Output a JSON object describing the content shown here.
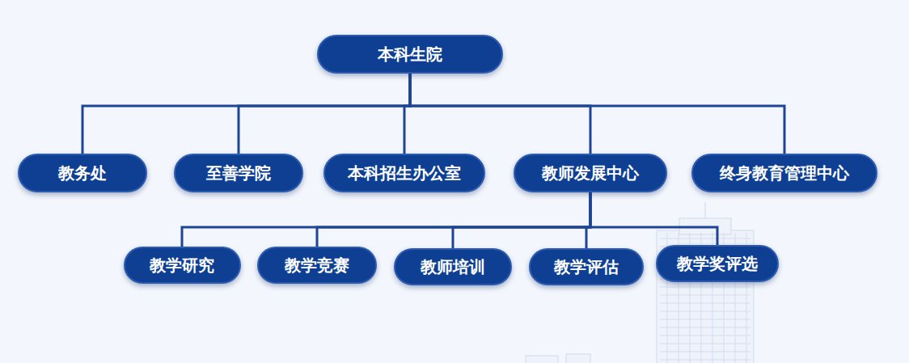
{
  "diagram": {
    "nodes": [
      {
        "text": [
          "本科生院"
        ]
      },
      {
        "text": [
          "教务处"
        ]
      },
      {
        "text": [
          "至善学院"
        ]
      },
      {
        "text": [
          "本科招生办公室"
        ]
      },
      {
        "text": [
          "教师发展中心"
        ]
      },
      {
        "text": [
          "终身教育管理中心"
        ]
      },
      {
        "text": [
          "教学研究"
        ]
      },
      {
        "text": [
          "教学竞赛"
        ]
      },
      {
        "text": [
          "教师培训"
        ]
      },
      {
        "text": [
          "教学评估"
        ]
      },
      {
        "text": [
          "教学奖评选"
        ]
      }
    ],
    "edges": [
      {
        "from": 0,
        "to": 1,
        "arrow": "none"
      },
      {
        "from": 0,
        "to": 2,
        "arrow": "none"
      },
      {
        "from": 0,
        "to": 3,
        "arrow": "none"
      },
      {
        "from": 0,
        "to": 4,
        "arrow": "none"
      },
      {
        "from": 0,
        "to": 5,
        "arrow": "none"
      },
      {
        "from": 4,
        "to": 6,
        "arrow": "none"
      },
      {
        "from": 4,
        "to": 7,
        "arrow": "none"
      },
      {
        "from": 4,
        "to": 8,
        "arrow": "none"
      },
      {
        "from": 4,
        "to": 9,
        "arrow": "none"
      },
      {
        "from": 4,
        "to": 10,
        "arrow": "none"
      }
    ]
  }
}
